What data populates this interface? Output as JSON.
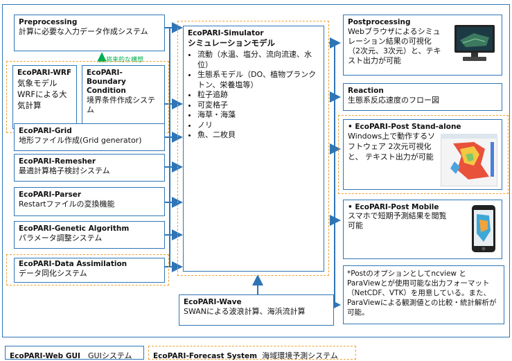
{
  "colors": {
    "blue": "#2e75b6",
    "orange": "#f0a030",
    "green": "#00b050"
  },
  "pre": {
    "title": "Preprocessing",
    "desc": "計算に必要な入力データ作成システム"
  },
  "future_label": "将来的な構想",
  "wrf": {
    "title": "EcoPARI-WRF",
    "desc": "気象モデルWRFによる大気計算"
  },
  "boundary": {
    "title": "EcoPARI-Boundary Condition",
    "desc": "境界条件作成システム"
  },
  "grid": {
    "title": "EcoPARI-Grid",
    "desc": "地形ファイル作成(Grid generator)"
  },
  "remesher": {
    "title": "EcoPARI-Remesher",
    "desc": "最適計算格子検討システム"
  },
  "parser": {
    "title": "EcoPARI-Parser",
    "desc": "Restartファイルの変換機能"
  },
  "ga": {
    "title": "EcoPARI-Genetic Algorithm",
    "desc": "パラメータ調整システム"
  },
  "da": {
    "title": "EcoPARI-Data Assimilation",
    "desc": "データ同化システム"
  },
  "simulator": {
    "title": "EcoPARI-Simulator",
    "subtitle": "シミュレーションモデル",
    "items": [
      "流動（水温、塩分、流向流速、水位）",
      "生態系モデル（DO、植物プランクトン、栄養塩等）",
      "粒子追跡",
      "可変格子",
      "海草・海藻",
      "ノリ",
      "魚、二枚貝"
    ]
  },
  "wave": {
    "title": "EcoPARI-Wave",
    "desc": "SWANによる波浪計算、海浜流計算"
  },
  "post": {
    "title": "Postprocessing",
    "desc": "Webブラウザによるシミュレーション結果の可視化（2次元、3次元）と、テキスト出力が可能"
  },
  "reaction": {
    "title": "Reaction",
    "desc": "生態系反応速度のフロー図"
  },
  "standalone": {
    "title": "EcoPARI-Post Stand-alone",
    "desc": "Windows上で動作するソフトウェア 2次元可視化と、 テキスト出力が可能"
  },
  "mobile": {
    "title": "EcoPARI-Post Mobile",
    "desc": "スマホで短期予測結果を閲覧可能"
  },
  "note": "*Postのオプションとしてncview と ParaViewとが使用可能な出力フォーマット（NetCDF、VTK）を用意している。また、ParaViewによる観測値との比較・統計解析が可能。",
  "webgui": {
    "title": "EcoPARI-Web GUI",
    "desc": "GUIシステム"
  },
  "forecast": {
    "title": "EcoPARI-Forecast System",
    "desc": "海域環境予測システム"
  }
}
